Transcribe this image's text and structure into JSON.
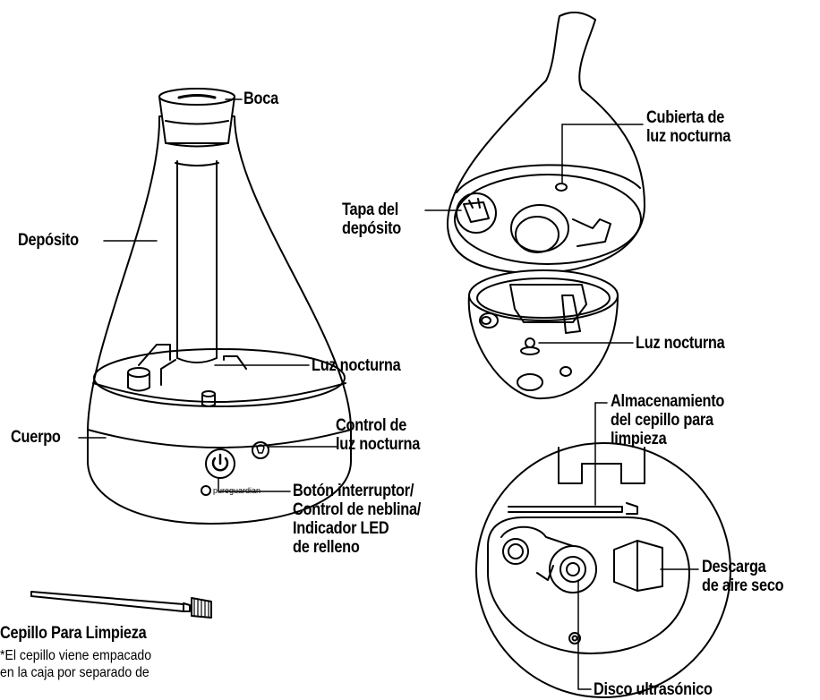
{
  "labels": {
    "boca": "Boca",
    "deposito": "Depósito",
    "luz_nocturna_1": "Luz nocturna",
    "cuerpo": "Cuerpo",
    "control_luz": [
      "Control de",
      "luz nocturna"
    ],
    "boton": [
      "Botón interruptor/",
      "Control de neblina/",
      "Indicador LED",
      "de relleno"
    ],
    "cubierta": [
      "Cubierta de",
      "luz nocturna"
    ],
    "tapa": [
      "Tapa del",
      "depósito"
    ],
    "luz_nocturna_2": "Luz nocturna",
    "almacenamiento": [
      "Almacenamiento",
      "del cepillo para",
      "limpieza"
    ],
    "descarga": [
      "Descarga",
      "de aire seco"
    ],
    "disco": "Disco ultrasónico",
    "cepillo_title": "Cepillo Para Limpieza",
    "cepillo_note": [
      "*El cepillo viene empacado",
      "en la caja por separado de"
    ]
  },
  "logo_text": "pureguardian"
}
